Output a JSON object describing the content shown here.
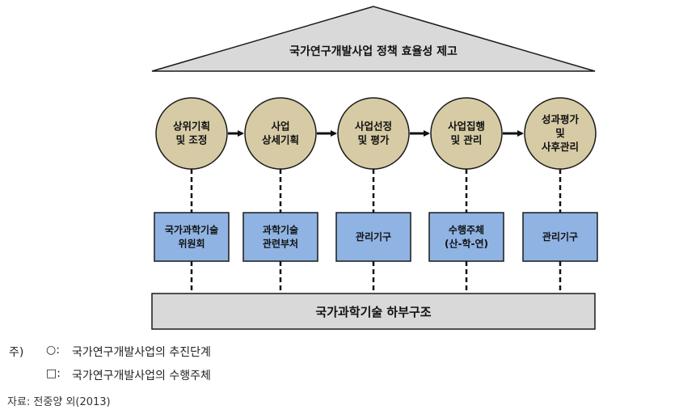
{
  "roof": {
    "title": "국가연구개발사업 정책 효율성 제고"
  },
  "stages": [
    {
      "lines": [
        "상위기획",
        "및 조정"
      ]
    },
    {
      "lines": [
        "사업",
        "상세기획"
      ]
    },
    {
      "lines": [
        "사업선정",
        "및 평가"
      ]
    },
    {
      "lines": [
        "사업집행",
        "및 관리"
      ]
    },
    {
      "lines": [
        "성과평가",
        "및",
        "사후관리"
      ]
    }
  ],
  "actors": [
    {
      "lines": [
        "국가과학기술",
        "위원회"
      ]
    },
    {
      "lines": [
        "과학기술",
        "관련부처"
      ]
    },
    {
      "lines": [
        "관리기구"
      ]
    },
    {
      "lines": [
        "수행주체",
        "(산-학-연)"
      ]
    },
    {
      "lines": [
        "관리기구"
      ]
    }
  ],
  "base": {
    "title": "국가과학기술 하부구조"
  },
  "notes": {
    "prefix": "주)",
    "circle_symbol": "○:",
    "circle_text": "국가연구개발사업의 추진단계",
    "square_symbol": "□:",
    "square_text": "국가연구개발사업의 수행주체"
  },
  "source": "자료: 전중양 외(2013)",
  "colors": {
    "roof_fill": "#d9d9d9",
    "stage_fill": "#d6cba5",
    "actor_fill": "#8fb3e3",
    "base_fill": "#d9d9d9",
    "stroke": "#1a1a1a"
  }
}
